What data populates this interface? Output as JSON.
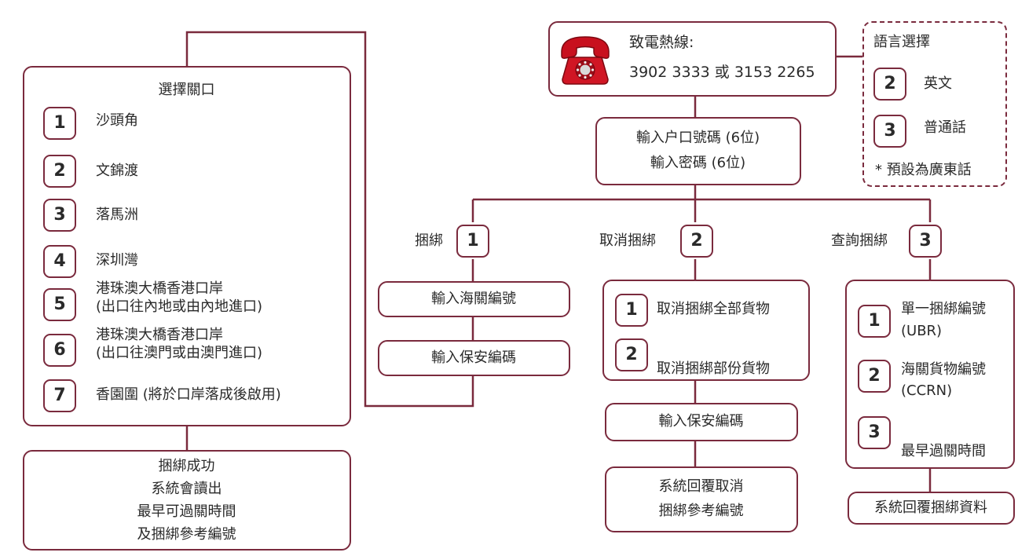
{
  "hotline": {
    "title": "致電熱線:",
    "numbers": "3902 3333 或 3153 2265"
  },
  "language": {
    "title": "語言選擇",
    "options": [
      {
        "num": "2",
        "label": "英文"
      },
      {
        "num": "3",
        "label": "普通話"
      }
    ],
    "note": "* 預設為廣東話"
  },
  "login": {
    "line1": "輸入户口號碼 (6位)",
    "line2": "輸入密碼 (6位)"
  },
  "branches": [
    {
      "label": "捆綁",
      "num": "1"
    },
    {
      "label": "取消捆綁",
      "num": "2"
    },
    {
      "label": "查詢捆綁",
      "num": "3"
    }
  ],
  "bind": {
    "step1": "輸入海關編號",
    "step2": "輸入保安編碼"
  },
  "ports": {
    "title": "選擇關口",
    "items": [
      {
        "num": "1",
        "label": "沙頭角",
        "label2": ""
      },
      {
        "num": "2",
        "label": "文錦渡",
        "label2": ""
      },
      {
        "num": "3",
        "label": "落馬洲",
        "label2": ""
      },
      {
        "num": "4",
        "label": "深圳灣",
        "label2": ""
      },
      {
        "num": "5",
        "label": "港珠澳大橋香港口岸",
        "label2": "(出口往內地或由內地進口)"
      },
      {
        "num": "6",
        "label": "港珠澳大橋香港口岸",
        "label2": "(出口往澳門或由澳門進口)"
      },
      {
        "num": "7",
        "label": "香園圍 (將於口岸落成後啟用)",
        "label2": ""
      }
    ]
  },
  "success": {
    "lines": [
      "捆綁成功",
      "系統會讀出",
      "最早可過關時間",
      "及捆綁參考編號"
    ]
  },
  "cancel": {
    "options": [
      {
        "num": "1",
        "label": "取消捆綁全部貨物"
      },
      {
        "num": "2",
        "label": "取消捆綁部份貨物"
      }
    ],
    "security": "輸入保安編碼",
    "reply": {
      "line1": "系統回覆取消",
      "line2": "捆綁參考編號"
    }
  },
  "query": {
    "options": [
      {
        "num": "1",
        "label": "單一捆綁編號",
        "label2": "(UBR)"
      },
      {
        "num": "2",
        "label": "海關貨物編號",
        "label2": "(CCRN)"
      },
      {
        "num": "3",
        "label": "",
        "label2": "最早過關時間"
      }
    ],
    "reply": "系統回覆捆綁資料"
  },
  "colors": {
    "border": "#7a2a3d",
    "phone_red": "#c8101e",
    "text": "#2a2a2a"
  }
}
